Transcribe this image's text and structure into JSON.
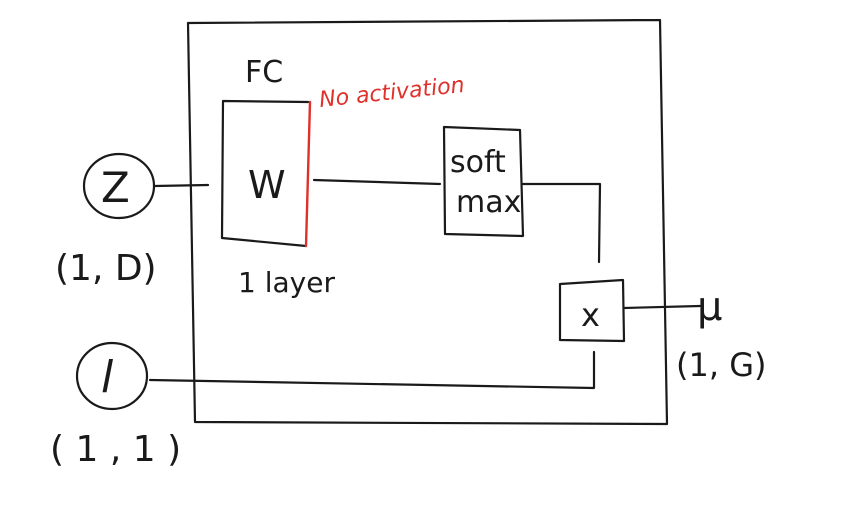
{
  "diagram": {
    "inputs": {
      "z": {
        "symbol": "Z",
        "shape": "(1, D)"
      },
      "l": {
        "symbol": "l",
        "shape": "( 1 , 1 )"
      }
    },
    "fc": {
      "title": "FC",
      "weight_label": "W",
      "layer_note": "1 layer",
      "activation_note": "No activation",
      "activation_color": "#e0302a"
    },
    "softmax": {
      "line1": "soft",
      "line2": "max"
    },
    "multiply": {
      "symbol": "x"
    },
    "output": {
      "symbol": "μ",
      "shape": "(1, G)"
    },
    "ink_color": "#1a1a1a"
  }
}
